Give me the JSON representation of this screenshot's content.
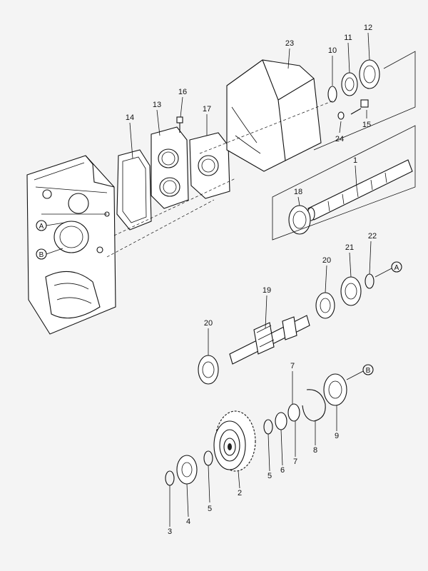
{
  "callouts": {
    "n1": "1",
    "n2": "2",
    "n3": "3",
    "n4": "4",
    "n5a": "5",
    "n5b": "5",
    "n6": "6",
    "n7a": "7",
    "n7b": "7",
    "n8": "8",
    "n9": "9",
    "n10": "10",
    "n11": "11",
    "n12": "12",
    "n13": "13",
    "n14": "14",
    "n15": "15",
    "n16": "16",
    "n17": "17",
    "n18": "18",
    "n19": "19",
    "n20a": "20",
    "n20b": "20",
    "n21": "21",
    "n22": "22",
    "n23": "23",
    "n24": "24"
  },
  "refs": {
    "a": "A",
    "b": "B"
  }
}
